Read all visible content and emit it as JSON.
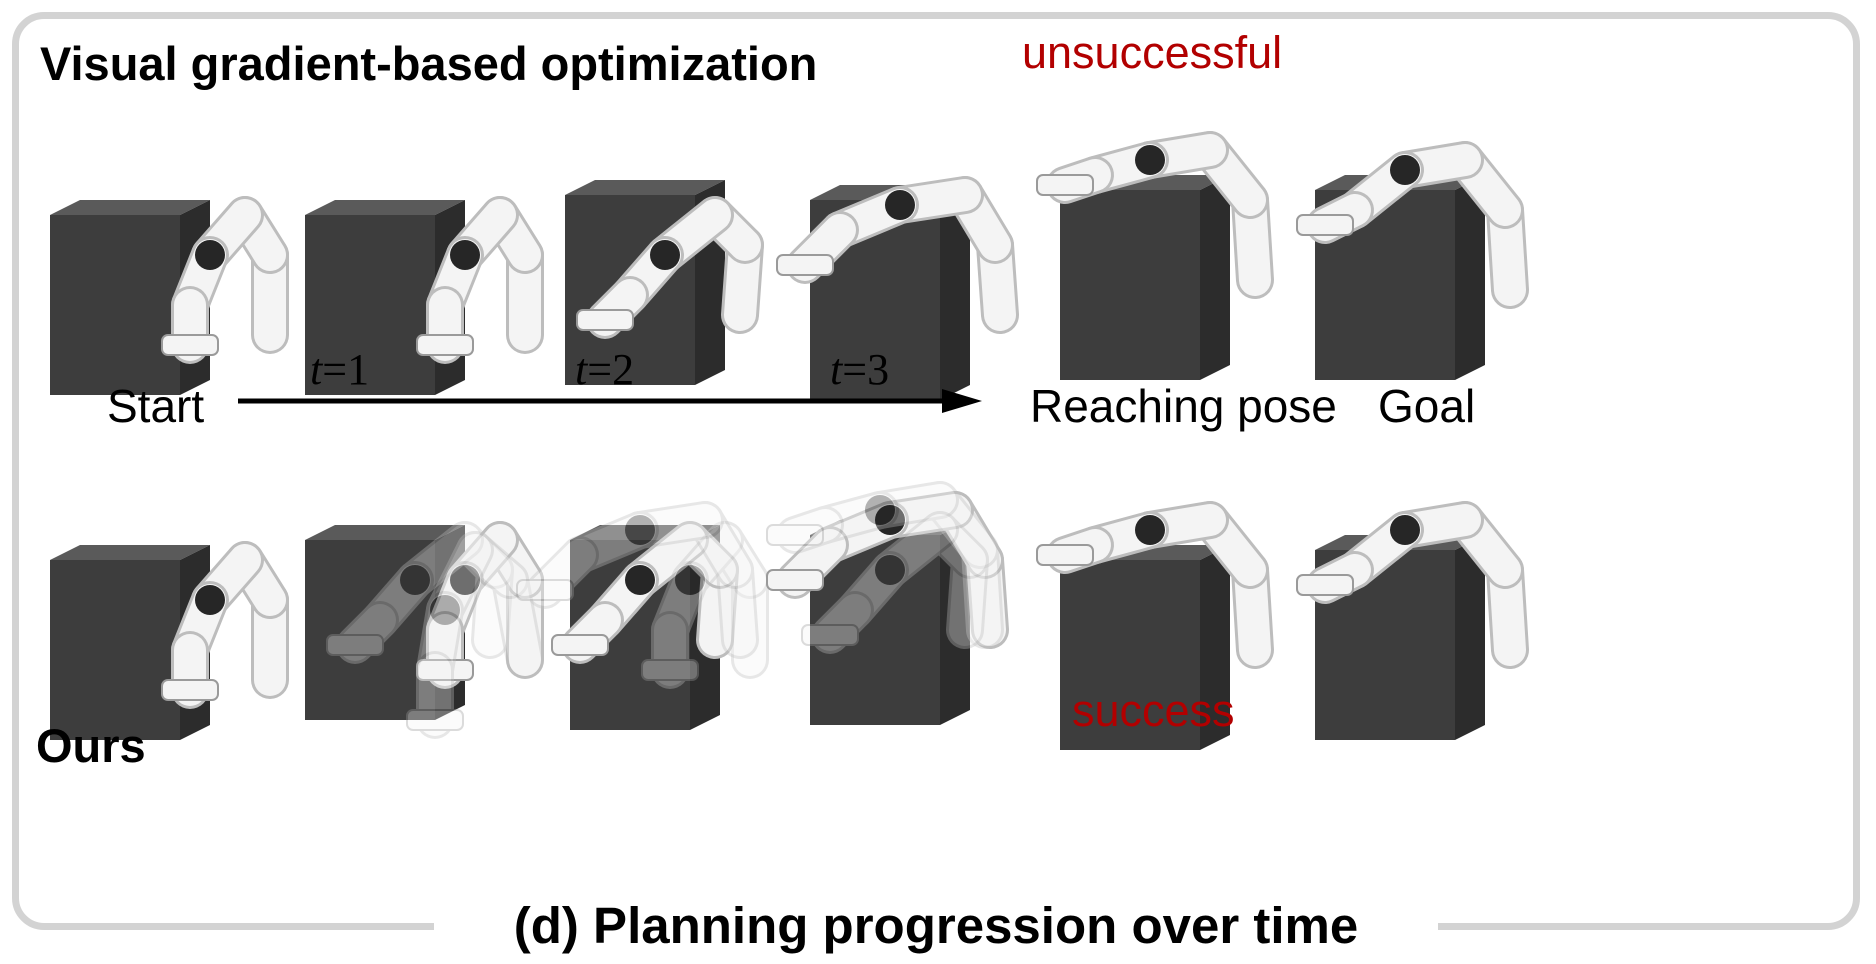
{
  "top_row": {
    "title": "Visual gradient-based optimization",
    "status": "unsuccessful"
  },
  "bottom_row": {
    "title": "Ours",
    "status": "success"
  },
  "timeline": {
    "start": "Start",
    "steps": [
      {
        "t": "t",
        "eq": "=",
        "n": "1"
      },
      {
        "t": "t",
        "eq": "=",
        "n": "2"
      },
      {
        "t": "t",
        "eq": "=",
        "n": "3"
      }
    ],
    "reaching": "Reaching pose",
    "goal": "Goal"
  },
  "caption": "(d) Planning progression over time",
  "colors": {
    "frame": "#d3d3d3",
    "status_red": "#b20000",
    "box": "#3d3d3d",
    "robot_white": "#f4f4f4",
    "robot_dark": "#262626"
  }
}
